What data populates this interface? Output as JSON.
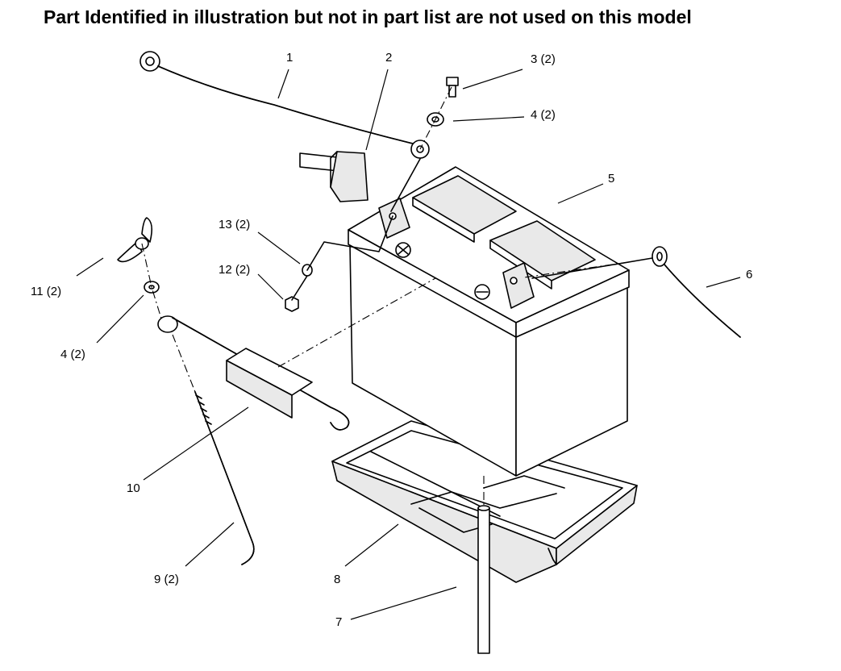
{
  "title": "Part Identified in illustration but not in part list are not used on this model",
  "callouts": [
    {
      "id": "1",
      "text": "1"
    },
    {
      "id": "2",
      "text": "2"
    },
    {
      "id": "3",
      "text": "3 (2)"
    },
    {
      "id": "4a",
      "text": "4 (2)"
    },
    {
      "id": "5",
      "text": "5"
    },
    {
      "id": "6",
      "text": "6"
    },
    {
      "id": "7",
      "text": "7"
    },
    {
      "id": "8",
      "text": "8"
    },
    {
      "id": "9",
      "text": "9 (2)"
    },
    {
      "id": "10",
      "text": "10"
    },
    {
      "id": "11",
      "text": "11 (2)"
    },
    {
      "id": "12",
      "text": "12 (2)"
    },
    {
      "id": "13",
      "text": "13 (2)"
    },
    {
      "id": "4b",
      "text": "4 (2)"
    }
  ]
}
